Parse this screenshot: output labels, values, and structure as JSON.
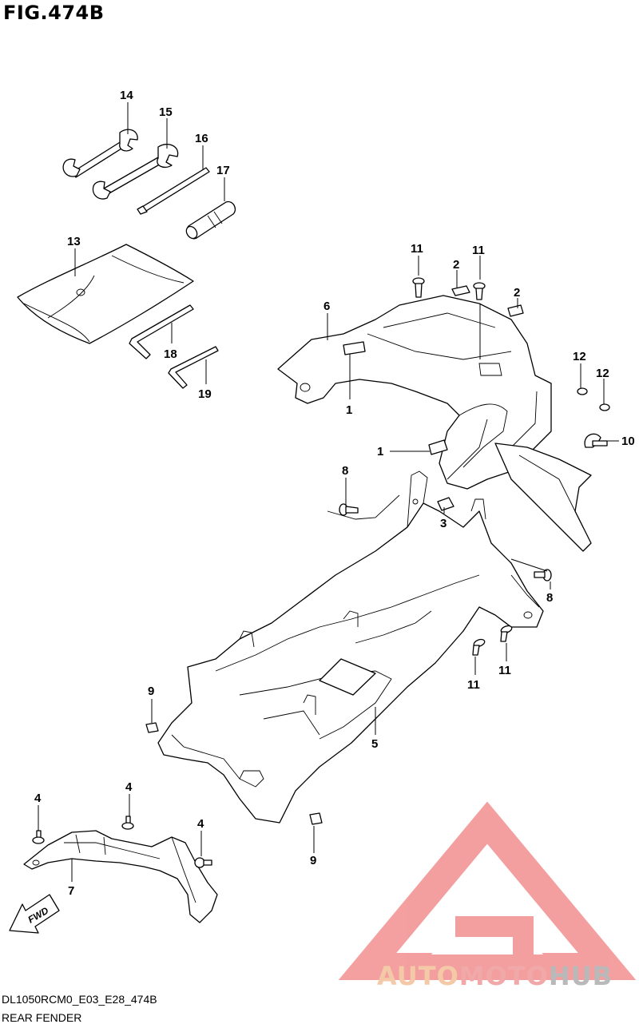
{
  "figure": {
    "title": "FIG.474B"
  },
  "footer": {
    "code": "DL1050RCM0_E03_E28_474B",
    "name": "REAR FENDER"
  },
  "watermark": {
    "part1": "AUTO",
    "part2": "MOTO",
    "part3": "HUB",
    "color": "#f08080"
  },
  "arrow": {
    "label": "FWD"
  },
  "callouts": [
    {
      "id": "c14",
      "text": "14"
    },
    {
      "id": "c15",
      "text": "15"
    },
    {
      "id": "c16",
      "text": "16"
    },
    {
      "id": "c17",
      "text": "17"
    },
    {
      "id": "c13",
      "text": "13"
    },
    {
      "id": "c18",
      "text": "18"
    },
    {
      "id": "c19",
      "text": "19"
    },
    {
      "id": "c11a",
      "text": "11"
    },
    {
      "id": "c11b",
      "text": "11"
    },
    {
      "id": "c2a",
      "text": "2"
    },
    {
      "id": "c2b",
      "text": "2"
    },
    {
      "id": "c6",
      "text": "6"
    },
    {
      "id": "c1a",
      "text": "1"
    },
    {
      "id": "c1b",
      "text": "1"
    },
    {
      "id": "c12a",
      "text": "12"
    },
    {
      "id": "c12b",
      "text": "12"
    },
    {
      "id": "c10",
      "text": "10"
    },
    {
      "id": "c8a",
      "text": "8"
    },
    {
      "id": "c3",
      "text": "3"
    },
    {
      "id": "c8b",
      "text": "8"
    },
    {
      "id": "c11c",
      "text": "11"
    },
    {
      "id": "c11d",
      "text": "11"
    },
    {
      "id": "c9a",
      "text": "9"
    },
    {
      "id": "c5",
      "text": "5"
    },
    {
      "id": "c4a",
      "text": "4"
    },
    {
      "id": "c4b",
      "text": "4"
    },
    {
      "id": "c4c",
      "text": "4"
    },
    {
      "id": "c7",
      "text": "7"
    },
    {
      "id": "c9b",
      "text": "9"
    }
  ]
}
